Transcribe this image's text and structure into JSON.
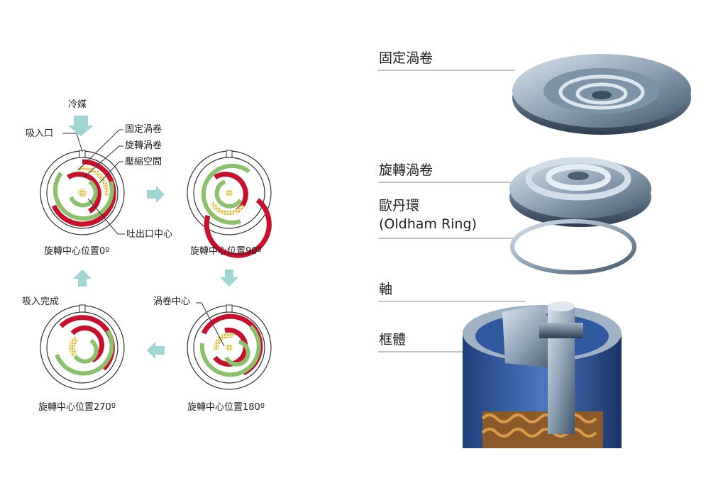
{
  "left": {
    "refrigerant": "冷媒",
    "suction_port": "吸入口",
    "fixed_scroll": "固定渦卷",
    "orbiting_scroll": "旋轉渦卷",
    "compression_space": "壓縮空間",
    "discharge_center": "吐出口中心",
    "suction_complete": "吸入完成",
    "scroll_center": "渦卷中心",
    "positions": [
      "旋轉中心位置0º",
      "旋轉中心位置90º",
      "旋轉中心位置180º",
      "旋轉中心位置270º"
    ]
  },
  "right": {
    "fixed_scroll": "固定渦卷",
    "orbiting_scroll": "旋轉渦卷",
    "oldham_ring_zh": "歐丹環",
    "oldham_ring_en": "(Oldham Ring)",
    "shaft": "軸",
    "frame": "框體"
  },
  "colors": {
    "fixed_scroll": "#c8102e",
    "orbiting_scroll": "#8cc16b",
    "compressed_gas": "#e8d77a",
    "arrow": "#9fd6d2",
    "leader": "#888888"
  }
}
